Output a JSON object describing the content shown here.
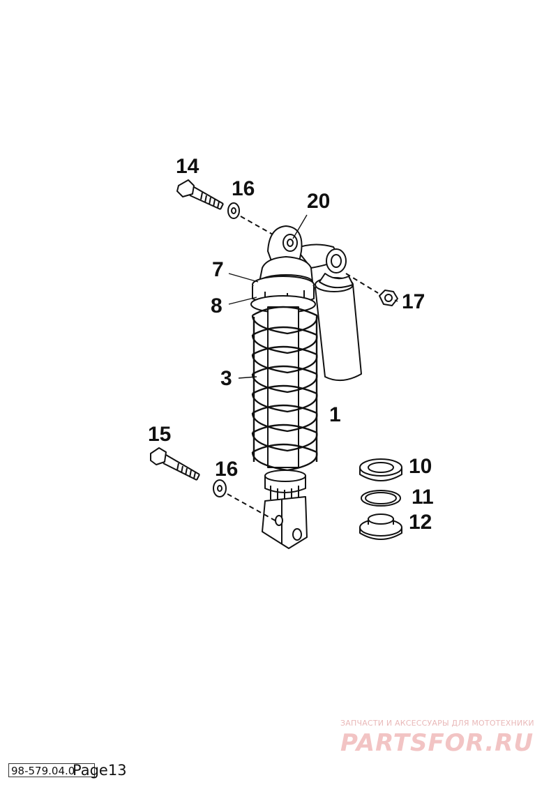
{
  "callouts": {
    "c14": "14",
    "c16a": "16",
    "c20": "20",
    "c7": "7",
    "c17": "17",
    "c8": "8",
    "c3": "3",
    "c1": "1",
    "c15": "15",
    "c16b": "16",
    "c10": "10",
    "c11": "11",
    "c12": "12"
  },
  "watermark": {
    "tagline": "ЗАПЧАСТИ И АКСЕССУАРЫ ДЛЯ МОТОТЕХНИКИ",
    "brand": "PARTSFOR.RU"
  },
  "footer": {
    "code": "98-579.04.0",
    "page": "Page13"
  }
}
